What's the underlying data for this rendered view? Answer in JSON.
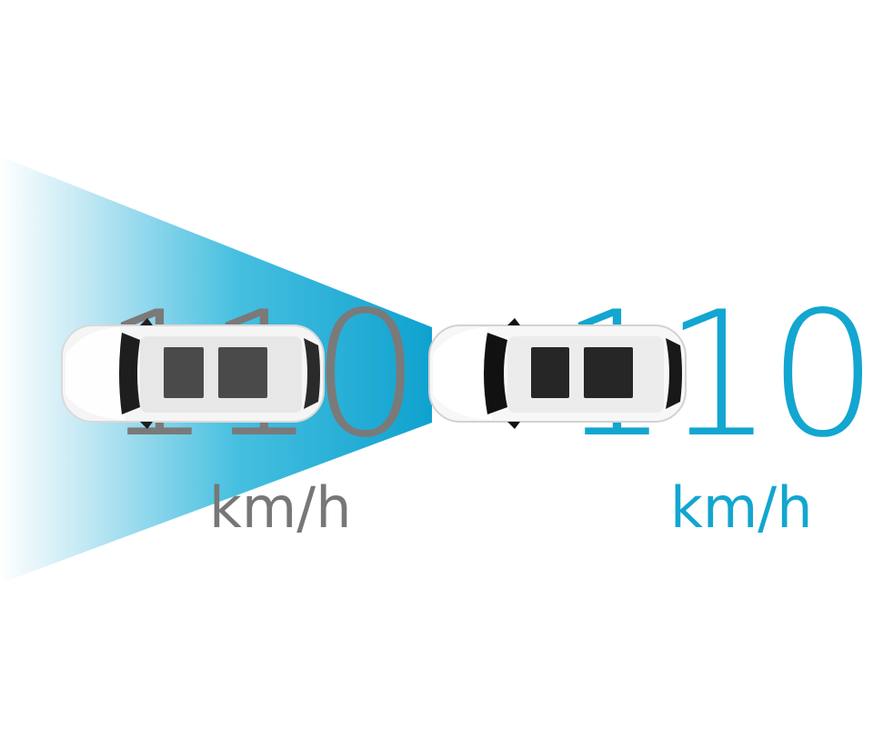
{
  "rear_vehicle": {
    "speed": "110",
    "unit": "km/h",
    "speed_color": "#777777"
  },
  "front_vehicle": {
    "speed": "110",
    "unit": "km/h",
    "speed_color": "#12a6d0"
  },
  "sensor_beam": {
    "color": "#12a6d0",
    "icon": "radar-beam"
  },
  "colors": {
    "background": "#ffffff",
    "car_body": "#f4f4f4",
    "glass": "#1d1d1d"
  }
}
